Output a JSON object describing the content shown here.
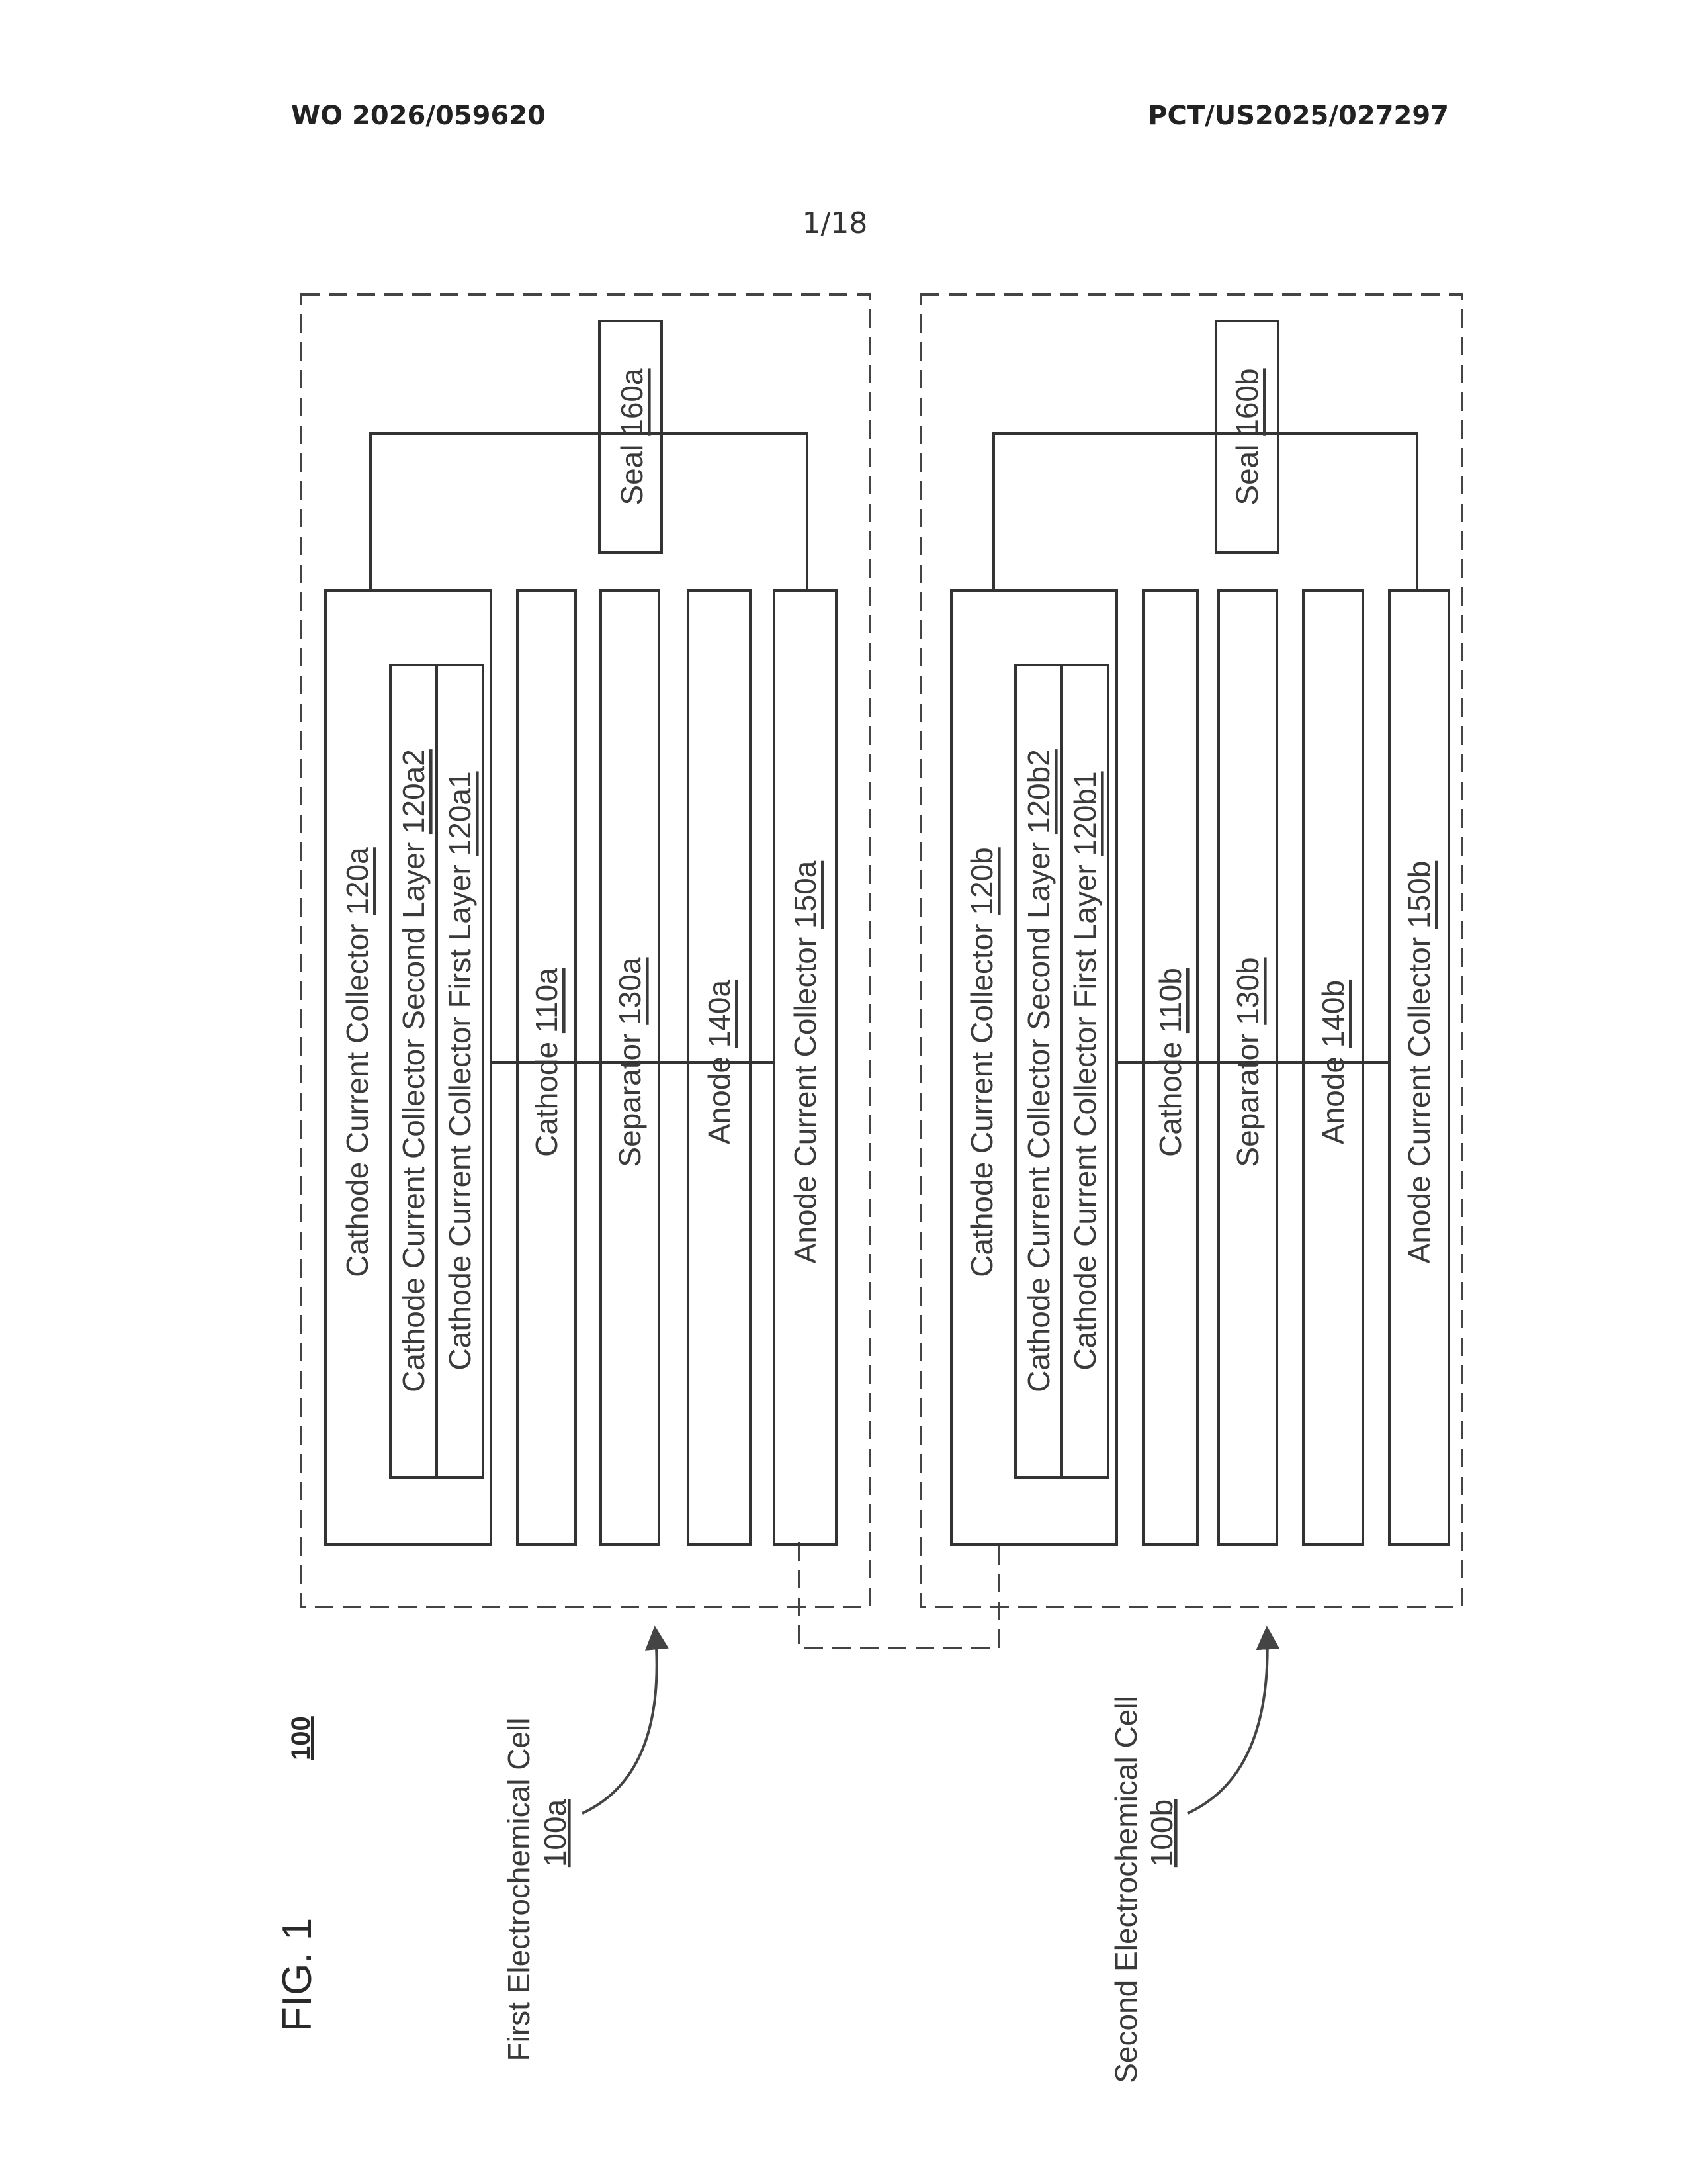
{
  "header": {
    "left": "WO 2026/059620",
    "right": "PCT/US2025/027297",
    "sheet": "1/18"
  },
  "figure": {
    "label": "FIG. 1",
    "ref": "100"
  },
  "cells": {
    "a": {
      "caption": "First Electrochemical Cell",
      "caption_ref": "100a",
      "seal": {
        "text": "Seal ",
        "ref": "160a"
      },
      "ccc": {
        "text": "Cathode Current Collector ",
        "ref": "120a"
      },
      "ccc_l2": {
        "text": "Cathode Current Collector Second Layer ",
        "ref": "120a2"
      },
      "ccc_l1": {
        "text": "Cathode Current Collector First Layer ",
        "ref": "120a1"
      },
      "cathode": {
        "text": "Cathode ",
        "ref": "110a"
      },
      "separator": {
        "text": "Separator ",
        "ref": "130a"
      },
      "anode": {
        "text": "Anode ",
        "ref": "140a"
      },
      "acc": {
        "text": "Anode Current Collector ",
        "ref": "150a"
      }
    },
    "b": {
      "caption": "Second Electrochemical Cell",
      "caption_ref": "100b",
      "seal": {
        "text": "Seal ",
        "ref": "160b"
      },
      "ccc": {
        "text": "Cathode Current Collector ",
        "ref": "120b"
      },
      "ccc_l2": {
        "text": "Cathode Current Collector Second Layer ",
        "ref": "120b2"
      },
      "ccc_l1": {
        "text": "Cathode Current Collector First Layer ",
        "ref": "120b1"
      },
      "cathode": {
        "text": "Cathode ",
        "ref": "110b"
      },
      "separator": {
        "text": "Separator ",
        "ref": "130b"
      },
      "anode": {
        "text": "Anode ",
        "ref": "140b"
      },
      "acc": {
        "text": "Anode Current Collector ",
        "ref": "150b"
      }
    }
  }
}
